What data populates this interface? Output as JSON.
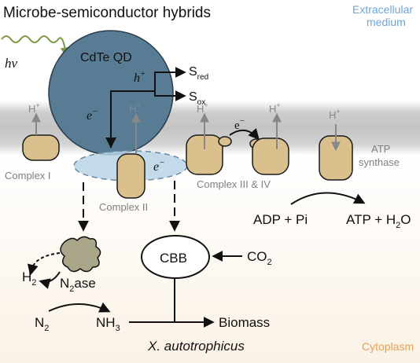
{
  "title": "Microbe-semiconductor hybrids",
  "regions": {
    "extracellular": [
      "Extracellular",
      "medium"
    ],
    "cytoplasm": "Cytoplasm"
  },
  "light_label": "hν",
  "quantum_dot": {
    "label": "CdTe QD",
    "hole": "h",
    "hole_sup": "+",
    "electron": "e",
    "electron_sup": "−"
  },
  "scavenger": {
    "reduced": "S",
    "reduced_sub": "red",
    "oxidized": "S",
    "oxidized_sub": "ox"
  },
  "protons": {
    "symbol": "H",
    "sup": "+"
  },
  "membrane_electron": {
    "symbol": "e",
    "sup": "−"
  },
  "complexes": {
    "complex_1": "Complex I",
    "complex_2": "Complex II",
    "complex_3_4": "Complex III & IV",
    "atp_synthase": [
      "ATP",
      "synthase"
    ]
  },
  "atp_reaction": {
    "reactants": "ADP + Pi",
    "products": "ATP + H",
    "products_sub": "2",
    "products_tail": "O"
  },
  "nitrogenase": {
    "label": "N",
    "label_sub": "2",
    "label_tail": "ase",
    "h2": "H",
    "h2_sub": "2",
    "n2": "N",
    "n2_sub": "2",
    "nh3": "NH",
    "nh3_sub": "3"
  },
  "cbb": {
    "label": "CBB",
    "co2": "CO",
    "co2_sub": "2"
  },
  "biomass": "Biomass",
  "organism": "X. autotrophicus",
  "colors": {
    "membrane": "#c9c9c9",
    "qd_fill": "#587c93",
    "complex_fill": "#d9c08d",
    "complex_stroke": "#1a1a1a",
    "quinone_pool": "#b8d3e6",
    "extracellular_text": "#6ea5d3",
    "cytoplasm_text": "#e0a35a",
    "light_wave": "#7f9a45",
    "proton_arrow": "#888888",
    "label_gray": "#808080"
  }
}
